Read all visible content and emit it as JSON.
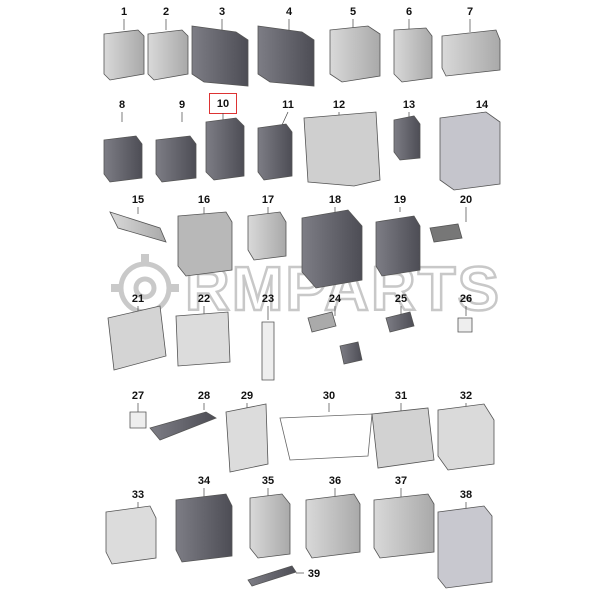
{
  "watermark": {
    "text": "RMPARTS"
  },
  "highlighted_part": "10",
  "parts": [
    {
      "label": "1"
    },
    {
      "label": "2"
    },
    {
      "label": "3"
    },
    {
      "label": "4"
    },
    {
      "label": "5"
    },
    {
      "label": "6"
    },
    {
      "label": "7"
    },
    {
      "label": "8"
    },
    {
      "label": "9"
    },
    {
      "label": "10"
    },
    {
      "label": "11"
    },
    {
      "label": "12"
    },
    {
      "label": "13"
    },
    {
      "label": "14"
    },
    {
      "label": "15"
    },
    {
      "label": "16"
    },
    {
      "label": "17"
    },
    {
      "label": "18"
    },
    {
      "label": "19"
    },
    {
      "label": "20"
    },
    {
      "label": "21"
    },
    {
      "label": "22"
    },
    {
      "label": "23"
    },
    {
      "label": "24"
    },
    {
      "label": "25"
    },
    {
      "label": "26"
    },
    {
      "label": "27"
    },
    {
      "label": "28"
    },
    {
      "label": "29"
    },
    {
      "label": "30"
    },
    {
      "label": "31"
    },
    {
      "label": "32"
    },
    {
      "label": "33"
    },
    {
      "label": "34"
    },
    {
      "label": "35"
    },
    {
      "label": "36"
    },
    {
      "label": "37"
    },
    {
      "label": "38"
    },
    {
      "label": "39"
    }
  ]
}
